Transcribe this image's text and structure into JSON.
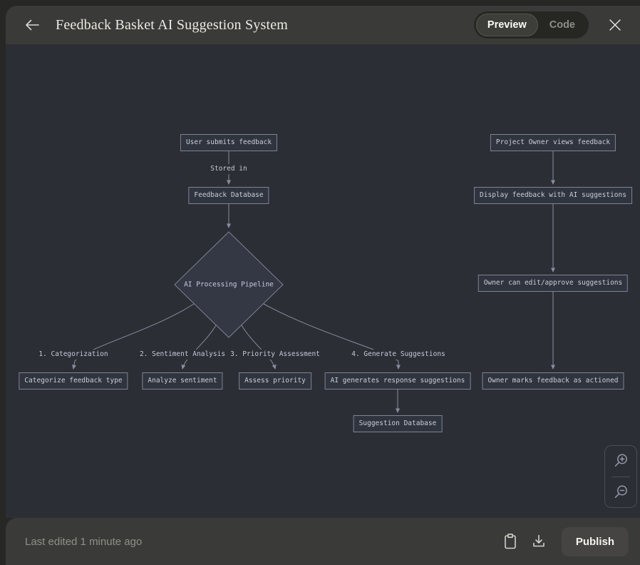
{
  "header": {
    "title": "Feedback Basket AI Suggestion System",
    "back_icon": "left-arrow",
    "close_icon": "x-cross",
    "view_toggle": {
      "preview_label": "Preview",
      "code_label": "Code",
      "active_tab": "Preview"
    }
  },
  "diagram": {
    "nodes": {
      "user_submits": "User submits feedback",
      "feedback_db": "Feedback Database",
      "pipeline": "AI Processing Pipeline",
      "categorize": "Categorize feedback type",
      "analyze": "Analyze sentiment",
      "assess": "Assess priority",
      "ai_generates": "AI generates response suggestions",
      "suggestion_db": "Suggestion Database",
      "owner_views": "Project Owner views feedback",
      "display_feedback": "Display feedback with AI suggestions",
      "owner_edit": "Owner can edit/approve suggestions",
      "owner_marks": "Owner marks feedback as actioned"
    },
    "edge_labels": {
      "stored_in": "Stored in",
      "categorization": "1. Categorization",
      "sentiment": "2. Sentiment Analysis",
      "priority": "3. Priority Assessment",
      "generate": "4. Generate Suggestions"
    }
  },
  "zoom_controls": {
    "zoom_in_icon": "magnifier-plus",
    "zoom_out_icon": "magnifier-minus"
  },
  "footer": {
    "status_text": "Last edited 1 minute ago",
    "copy_icon": "clipboard",
    "download_icon": "download-tray",
    "publish_label": "Publish"
  },
  "colors": {
    "outer_background": "#272725",
    "chrome_background": "#3a3a38",
    "canvas_background": "#2c2e35",
    "node_fill": "#30343e",
    "node_border": "#7d8396",
    "node_text": "#c9cedd",
    "edge_line": "#878da0",
    "title_text": "#eceae3",
    "muted_text": "#908f88"
  }
}
